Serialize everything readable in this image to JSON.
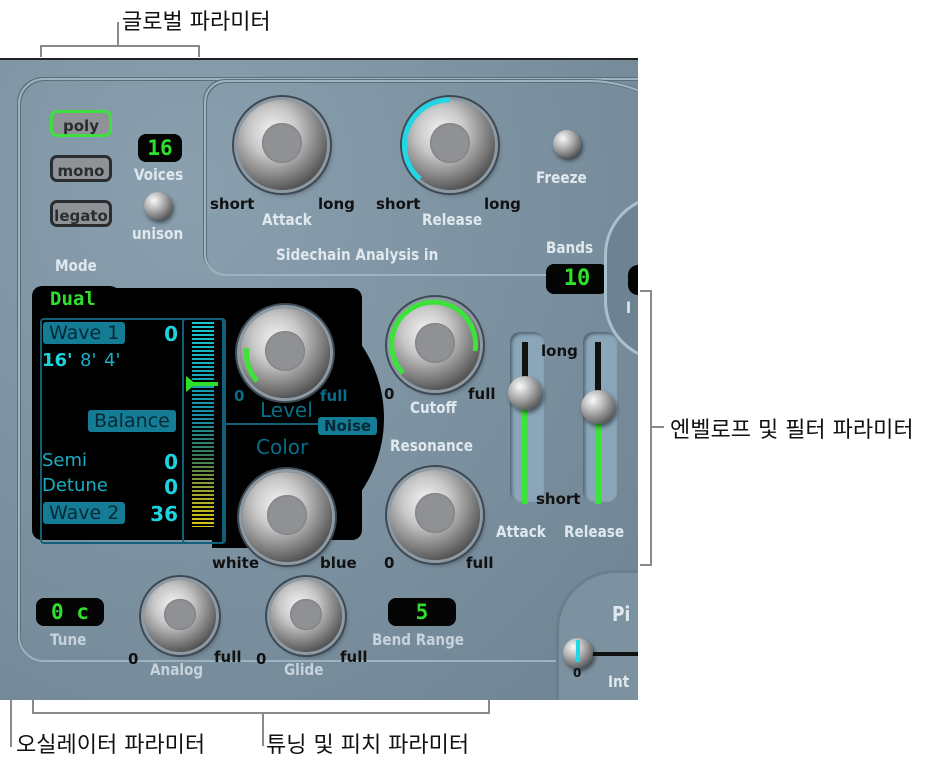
{
  "callouts": {
    "global": "글로벌 파라미터",
    "envelope_filter": "엔벨로프 및 필터 파라미터",
    "oscillator": "오실레이터 파라미터",
    "tuning_pitch": "튜닝 및 피치 파라미터"
  },
  "global": {
    "mode_buttons": [
      {
        "label": "poly",
        "active": true
      },
      {
        "label": "mono",
        "active": false
      },
      {
        "label": "legato",
        "active": false
      }
    ],
    "mode_label": "Mode",
    "voices_value": "16",
    "voices_label": "Voices",
    "unison_label": "unison"
  },
  "sidechain": {
    "attack": {
      "label": "Attack",
      "min": "short",
      "max": "long"
    },
    "release": {
      "label": "Release",
      "min": "short",
      "max": "long"
    },
    "freeze_label": "Freeze",
    "section_label": "Sidechain Analysis in",
    "bands_label": "Bands",
    "bands_value": "10",
    "partial_label": "I"
  },
  "oscillator": {
    "tab_label": "Dual",
    "wave1_label": "Wave 1",
    "wave1_value": "0",
    "octaves": [
      "16'",
      "8'",
      "4'"
    ],
    "balance_label": "Balance",
    "semi_label": "Semi",
    "semi_value": "0",
    "detune_label": "Detune",
    "detune_value": "0",
    "wave2_label": "Wave 2",
    "wave2_value": "36",
    "noise": {
      "level_label": "Level",
      "level_min": "0",
      "level_max": "full",
      "noise_label": "Noise",
      "color_label": "Color",
      "color_min": "white",
      "color_max": "blue"
    }
  },
  "filter": {
    "cutoff": {
      "label": "Cutoff",
      "min": "0",
      "max": "full"
    },
    "resonance": {
      "label": "Resonance",
      "min": "0",
      "max": "full"
    }
  },
  "envelope": {
    "long_label": "long",
    "short_label": "short",
    "attack_label": "Attack",
    "release_label": "Release"
  },
  "tuning": {
    "tune_value": "0 c",
    "tune_label": "Tune",
    "analog": {
      "label": "Analog",
      "min": "0",
      "max": "full"
    },
    "glide": {
      "label": "Glide",
      "min": "0",
      "max": "full"
    },
    "bend_value": "5",
    "bend_label": "Bend Range",
    "pitch_partial": "Pi",
    "int_label": "Int",
    "int_min": "0"
  },
  "colors": {
    "panel": "#7d92a1",
    "lcd_green": "#2ee02a",
    "cyan": "#19aec4",
    "active_arc_green": "#3de23a",
    "release_arc_cyan": "#22d6e6"
  }
}
